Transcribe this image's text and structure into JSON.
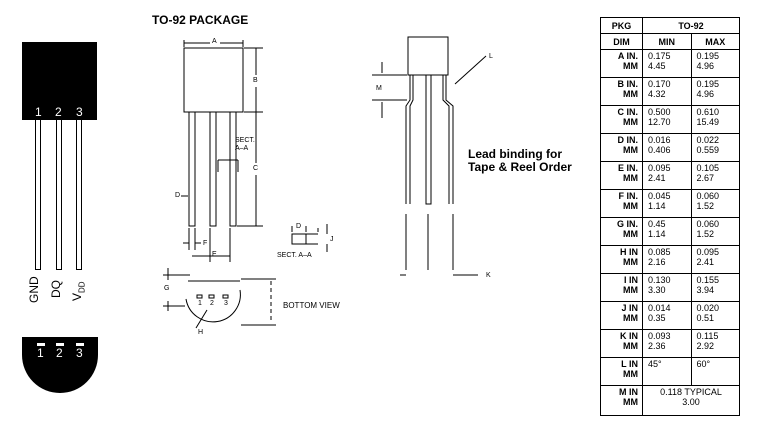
{
  "title": "TO-92 PACKAGE",
  "pin_labels": {
    "pin1": "1",
    "pin2": "2",
    "pin3": "3",
    "gnd": "GND",
    "dq": "DQ",
    "vdd_main": "V",
    "vdd_sub": "DD"
  },
  "bottom_pins": {
    "p1": "1",
    "p2": "2",
    "p3": "3"
  },
  "drawing_labels": {
    "A": "A",
    "B": "B",
    "C": "C",
    "D": "D",
    "E": "E",
    "F": "F",
    "G": "G",
    "H": "H",
    "J": "J",
    "K": "K",
    "L": "L",
    "M": "M",
    "sect_line1": "SECT.",
    "sect_line2": "A–A",
    "sect_aa": "SECT. A–A",
    "bottom_view": "BOTTOM VIEW",
    "tiny_pin1": "1",
    "tiny_pin2": "2",
    "tiny_pin3": "3"
  },
  "lead_note": {
    "line1": "Lead binding for",
    "line2": "Tape & Reel Order"
  },
  "table": {
    "header": {
      "pkg": "PKG",
      "package": "TO-92",
      "dim": "DIM",
      "min": "MIN",
      "max": "MAX"
    },
    "rows": [
      {
        "dim1": "A IN.",
        "dim2": "MM",
        "min1": "0.175",
        "min2": "4.45",
        "max1": "0.195",
        "max2": "4.96"
      },
      {
        "dim1": "B IN.",
        "dim2": "MM",
        "min1": "0.170",
        "min2": "4.32",
        "max1": "0.195",
        "max2": "4.96"
      },
      {
        "dim1": "C IN.",
        "dim2": "MM",
        "min1": "0.500",
        "min2": "12.70",
        "max1": "0.610",
        "max2": "15.49"
      },
      {
        "dim1": "D IN.",
        "dim2": "MM",
        "min1": "0.016",
        "min2": "0.406",
        "max1": "0.022",
        "max2": "0.559"
      },
      {
        "dim1": "E IN.",
        "dim2": "MM",
        "min1": "0.095",
        "min2": "2.41",
        "max1": "0.105",
        "max2": "2.67"
      },
      {
        "dim1": "F IN.",
        "dim2": "MM",
        "min1": "0.045",
        "min2": "1.14",
        "max1": "0.060",
        "max2": "1.52"
      },
      {
        "dim1": "G IN.",
        "dim2": "MM",
        "min1": "0.45",
        "min2": "1.14",
        "max1": "0.060",
        "max2": "1.52"
      },
      {
        "dim1": "H IN",
        "dim2": "MM",
        "min1": "0.085",
        "min2": "2.16",
        "max1": "0.095",
        "max2": "2.41"
      },
      {
        "dim1": "I IN",
        "dim2": "MM",
        "min1": "0.130",
        "min2": "3.30",
        "max1": "0.155",
        "max2": "3.94"
      },
      {
        "dim1": "J IN",
        "dim2": "MM",
        "min1": "0.014",
        "min2": "0.35",
        "max1": "0.020",
        "max2": "0.51"
      },
      {
        "dim1": "K IN",
        "dim2": "MM",
        "min1": "0.093",
        "min2": "2.36",
        "max1": "0.115",
        "max2": "2.92"
      },
      {
        "dim1": "L IN",
        "dim2": "MM",
        "min1": "45°",
        "min2": "",
        "max1": "60°",
        "max2": ""
      }
    ],
    "last": {
      "dim1": "M IN",
      "dim2": "MM",
      "line1": "0.118 TYPICAL",
      "line2": "3.00"
    }
  }
}
